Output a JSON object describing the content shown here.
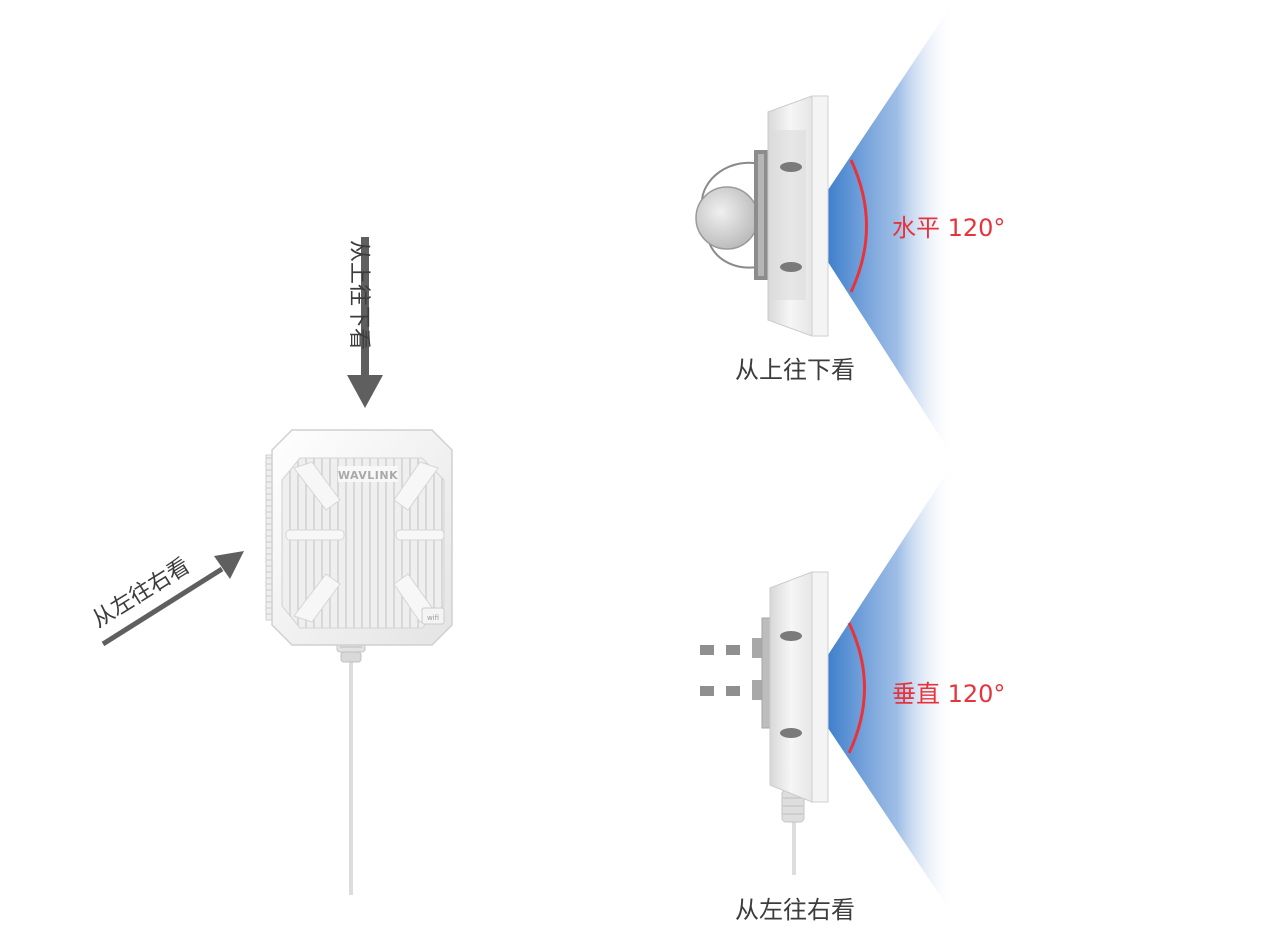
{
  "main_device": {
    "brand_logo": "WAVLINK",
    "certification_badge": "wifi"
  },
  "arrows": {
    "top_down_label": "从上往下看",
    "left_right_label": "从左往右看"
  },
  "views": {
    "top": {
      "caption": "从上往下看",
      "angle_label": "水平 120°"
    },
    "side": {
      "caption": "从左往右看",
      "angle_label": "垂直 120°"
    }
  },
  "colors": {
    "beam_blue": "#3f7fcc",
    "angle_red": "#e8333a",
    "arrow_gray": "#5f5f5f",
    "device_white": "#f4f4f4"
  }
}
